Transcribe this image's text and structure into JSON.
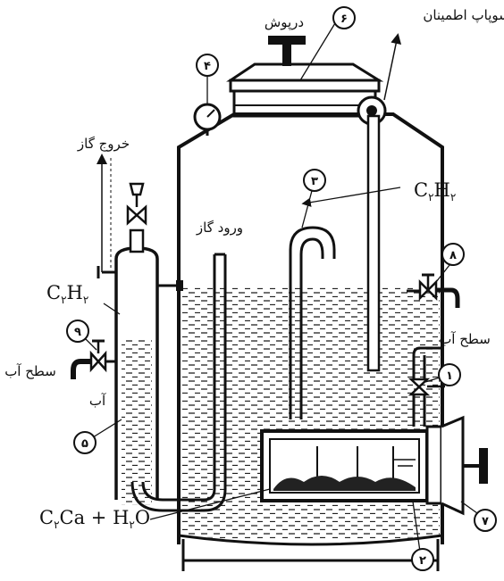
{
  "labels": {
    "lid": "درپوش",
    "safety_valve": "سوپاپ اطمینان",
    "gas_outlet": "خروج گاز",
    "gas_inlet": "ورود گاز",
    "water_level_right": "سطح آب",
    "water_level_left": "سطح آب",
    "water": "آب",
    "acetylene_top_c": "C",
    "acetylene_top_h": "H",
    "acetylene_left_c": "C",
    "acetylene_left_h": "H",
    "reaction": "C",
    "reaction_ca": "Ca + H",
    "reaction_o": "O"
  },
  "subscripts": {
    "two": "۲"
  },
  "callouts": [
    "۱",
    "۲",
    "۳",
    "۴",
    "۵",
    "۶",
    "۷",
    "۸",
    "۹"
  ]
}
